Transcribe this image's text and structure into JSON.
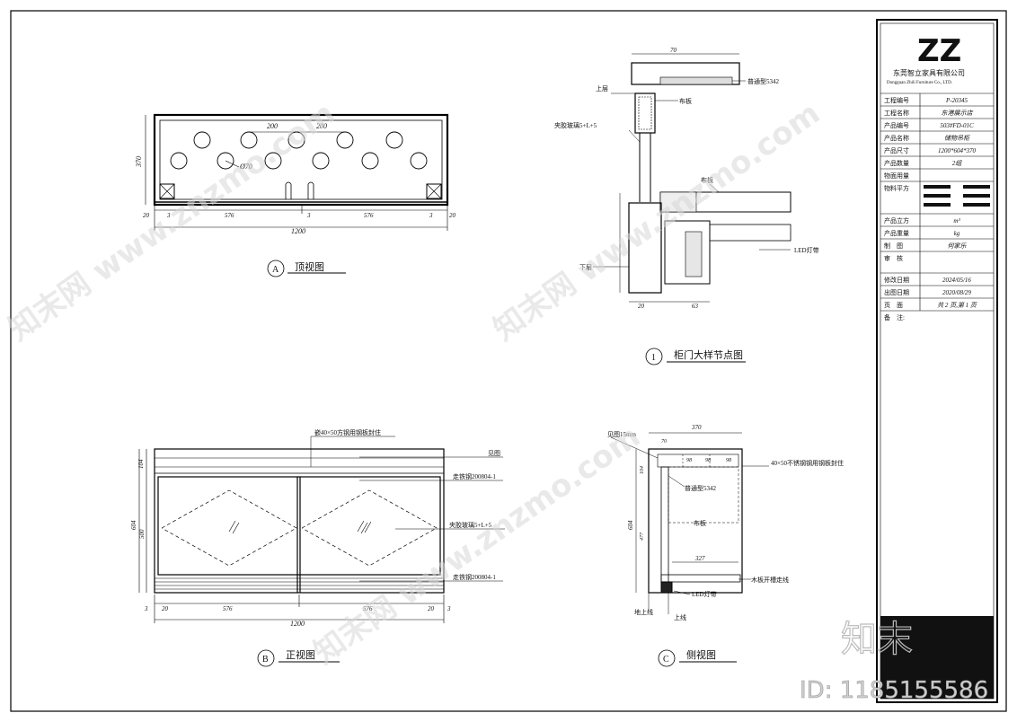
{
  "company": {
    "name_cn": "东莞智立家具有限公司",
    "name_en": "Dongguan Zhili Furniture Co., LTD."
  },
  "title_block": {
    "rows": [
      {
        "label": "工程编号",
        "value": "P-20345"
      },
      {
        "label": "工程名称",
        "value": "东港展示店"
      },
      {
        "label": "产品编号",
        "value": "503#FD-01C"
      },
      {
        "label": "产品名称",
        "value": "储物吊柜"
      },
      {
        "label": "产品尺寸",
        "value": "1200*604*370"
      },
      {
        "label": "产品数量",
        "value": "2组"
      },
      {
        "label": "物面用量",
        "value": ""
      },
      {
        "label": "物料平方",
        "value": ""
      },
      {
        "label": "产品立方",
        "value": "m³"
      },
      {
        "label": "产品重量",
        "value": "kg"
      },
      {
        "label": "制　图",
        "value": "何家乐"
      },
      {
        "label": "审　核",
        "value": ""
      },
      {
        "label": "修改日期",
        "value": "2024/05/16"
      },
      {
        "label": "出图日期",
        "value": "2020/08/29"
      },
      {
        "label": "页　面",
        "value": "共 2 页,第 1 页"
      },
      {
        "label": "备　注:",
        "value": ""
      }
    ]
  },
  "views": {
    "top": {
      "marker": "A",
      "title": "顶视图",
      "dim_total": "1200",
      "dim_seg1": "576",
      "dim_seg2": "576",
      "dim_a": "20",
      "dim_b": "3",
      "dim_c": "3",
      "dim_d": "20",
      "dim_h": "370",
      "dim_200a": "200",
      "dim_200b": "200",
      "dim_dia": "Ø70"
    },
    "front": {
      "marker": "B",
      "title": "正视图",
      "dim_total": "1200",
      "dim_seg1": "576",
      "dim_seg2": "576",
      "dim_l": "20",
      "dim_r": "20",
      "dim_l2": "3",
      "dim_r2": "3",
      "dim_h": "604",
      "dim_h2": "500",
      "dim_top": "104",
      "notes": [
        "嵌40×50方钢用钢板封住",
        "见图",
        "走铁钢200804-1",
        "夹胶玻璃5+L+5",
        "走铁钢200804-1"
      ]
    },
    "side": {
      "marker": "C",
      "title": "侧视图",
      "dim_w": "370",
      "dim_h": "604",
      "dim_h2": "477",
      "dim_t": "104",
      "dim_in": "327",
      "dim_a": "70",
      "dim_b": "98",
      "dim_c": "98",
      "dim_d": "98",
      "notes": [
        "见图15mm",
        "40×50不锈钢钢用钢板封住",
        "普通型5342",
        "布板",
        "木板开槽走线",
        "LED灯带",
        "地上线",
        "上线"
      ]
    },
    "detail": {
      "marker": "1",
      "title": "柜门大样节点图",
      "dim_70": "70",
      "dim_20": "20",
      "dim_63": "63",
      "notes": [
        "普通型5342",
        "布板",
        "上层",
        "夹胶玻璃5+L+5",
        "布板",
        "LED灯带",
        "下层"
      ]
    }
  },
  "watermarks": [
    "知末网 www.znzmo.com",
    "知末网 www.znzmo.com",
    "知末网 www.znzmo.com"
  ],
  "brand": {
    "logo_text": "ZZ",
    "stamp": "知末",
    "id_label": "ID: 1185155586"
  }
}
